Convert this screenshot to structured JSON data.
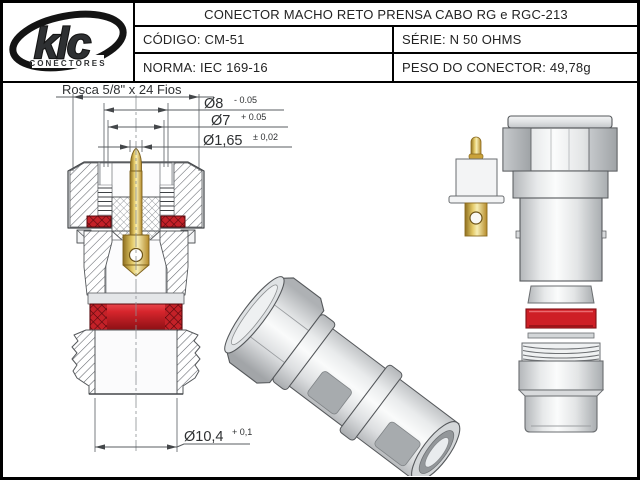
{
  "header": {
    "title": "CONECTOR MACHO RETO PRENSA CABO RG e RGC-213",
    "cells": {
      "codigo": "CÓDIGO: CM-51",
      "serie": "SÉRIE: N 50 OHMS",
      "norma": "NORMA: IEC  169-16",
      "peso": "PESO DO CONECTOR: 49,78g"
    },
    "logo": {
      "brand": "klc",
      "subtitle": "CONECTORES",
      "orange": "#F7941E"
    }
  },
  "drawing": {
    "labels": {
      "rosca": "Rosca 5/8\" x 24 Fios",
      "dia8": "Ø8",
      "dia8_tol": "- 0.05",
      "dia7": "Ø7",
      "dia7_tol": "+ 0.05",
      "dia165": "Ø1,65",
      "dia165_tol": "± 0,02",
      "dia104": "Ø10,4",
      "dia104_tol": "+ 0,1"
    },
    "views": {
      "left": "front-section-view",
      "middle": "isometric-assembled-view",
      "top_right": "contact-pin-and-body-side-view",
      "bottom_right": "exploded-clamp-parts"
    },
    "colors": {
      "seal_red": "#CE1F26",
      "pin_gold": "#E2C25E",
      "metal_light": "#F2F3F4",
      "metal_shadow": "#AFB2B5",
      "line": "#4A4D50"
    }
  }
}
